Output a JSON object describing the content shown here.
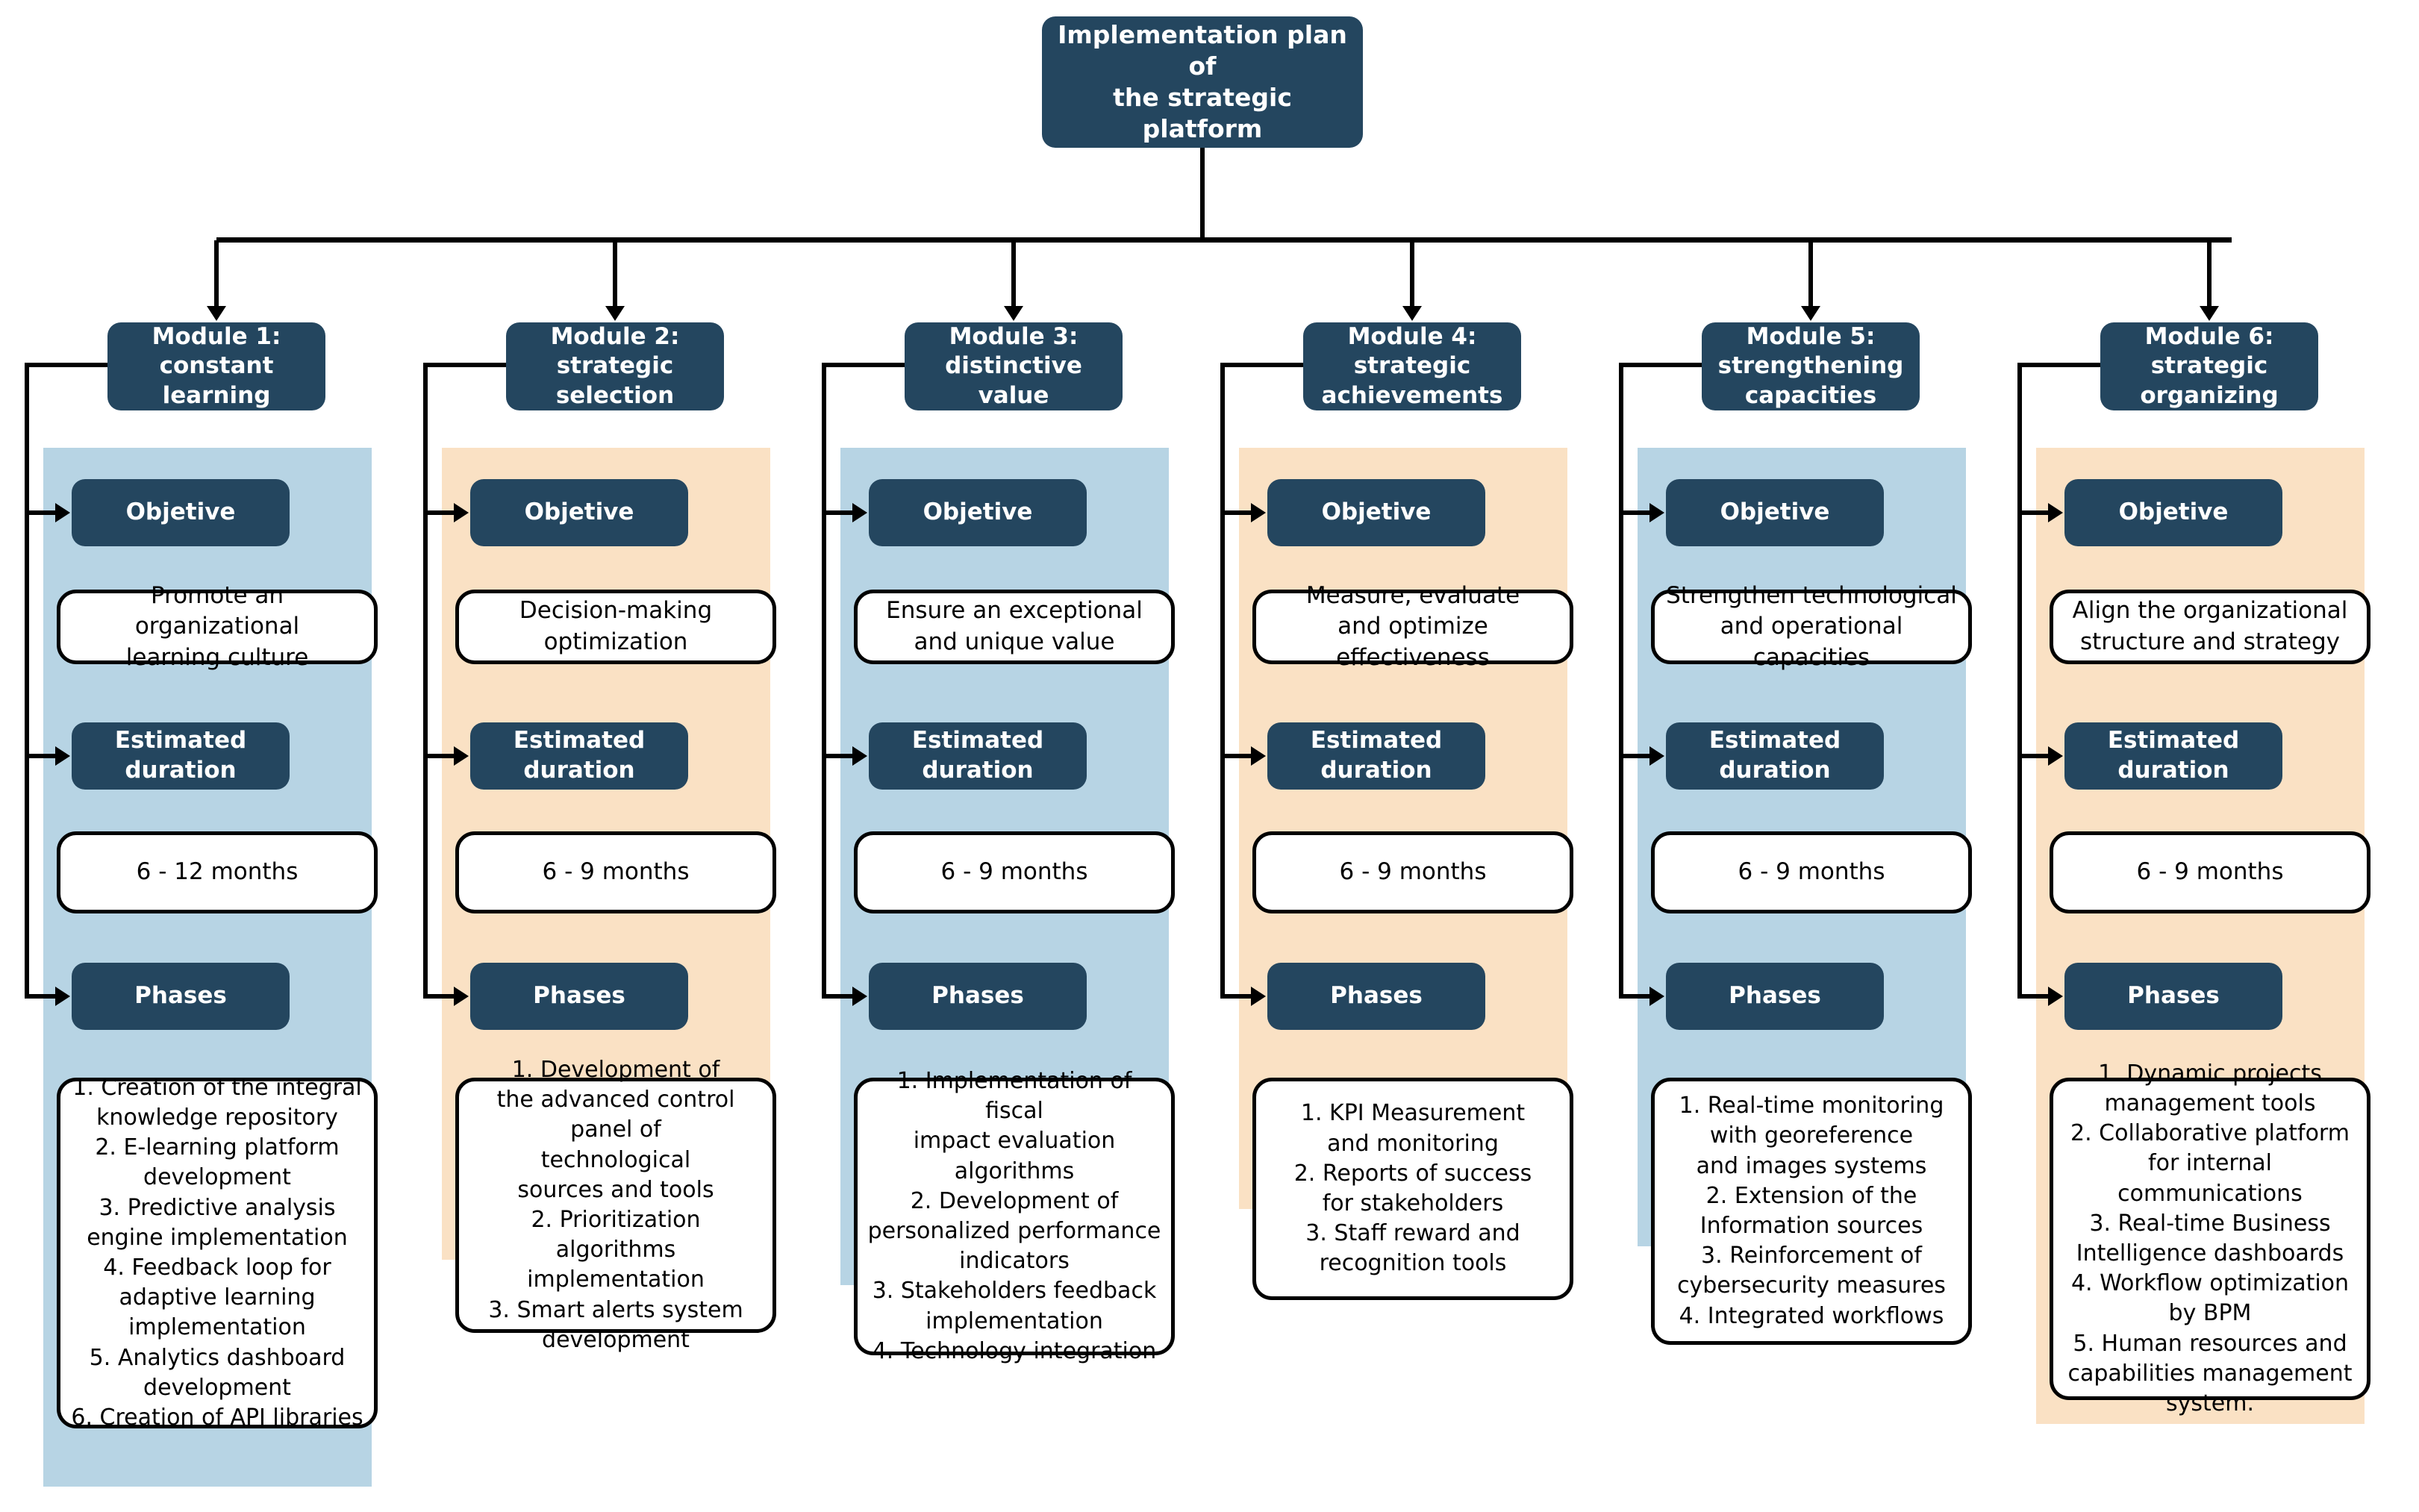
{
  "root": {
    "title": "Implementation plan of\nthe strategic platform"
  },
  "labels": {
    "objective": "Objetive",
    "duration": "Estimated\nduration",
    "phases": "Phases"
  },
  "palette": {
    "navy": "#24465f",
    "panel_blue": "#b7d4e4",
    "panel_orange": "#fae1c4",
    "white": "#ffffff",
    "stroke": "#000000"
  },
  "modules": [
    {
      "header": "Module 1:\nconstant\nlearning",
      "panel_color": "blue",
      "objective": "Promote an organizational\nlearning culture",
      "duration": "6 - 12 months",
      "phases": "1. Creation of the integral\nknowledge repository\n2. E-learning platform\ndevelopment\n3. Predictive analysis\nengine implementation\n4. Feedback loop for\nadaptive learning\nimplementation\n5. Analytics dashboard\ndevelopment\n6. Creation of API libraries"
    },
    {
      "header": "Module 2:\nstrategic\nselection",
      "panel_color": "orange",
      "objective": "Decision-making\noptimization",
      "duration": "6 - 9 months",
      "phases": "1. Development of\nthe advanced control panel of\ntechnological\nsources and tools\n2. Prioritization algorithms\nimplementation\n3. Smart alerts system\ndevelopment"
    },
    {
      "header": "Module 3:\ndistinctive\nvalue",
      "panel_color": "blue",
      "objective": "Ensure an exceptional\nand unique value",
      "duration": "6 - 9 months",
      "phases": "1. Implementation of fiscal\nimpact evaluation algorithms\n2. Development of\npersonalized performance\nindicators\n3. Stakeholders feedback\nimplementation\n4. Technology integration"
    },
    {
      "header": "Module 4:\nstrategic\nachievements",
      "panel_color": "orange",
      "objective": "Measure, evaluate\nand optimize effectiveness",
      "duration": "6 - 9 months",
      "phases": "1. KPI Measurement\nand monitoring\n2. Reports of success\nfor stakeholders\n3. Staff reward and\nrecognition tools"
    },
    {
      "header": "Module 5:\nstrengthening\ncapacities",
      "panel_color": "blue",
      "objective": "Strengthen technological\nand operational capacities",
      "duration": "6 - 9 months",
      "phases": "1. Real-time monitoring\nwith georeference\nand images systems\n2. Extension of the\nInformation sources\n3. Reinforcement of\ncybersecurity measures\n4. Integrated workflows"
    },
    {
      "header": "Module 6:\nstrategic\norganizing",
      "panel_color": "orange",
      "objective": "Align the organizational\nstructure and strategy",
      "duration": "6 - 9 months",
      "phases": "1. Dynamic projects\nmanagement tools\n2. Collaborative platform\nfor internal communications\n3. Real-time Business\nIntelligence dashboards\n4. Workflow optimization\nby BPM\n5. Human resources and\ncapabilities management\nsystem."
    }
  ]
}
